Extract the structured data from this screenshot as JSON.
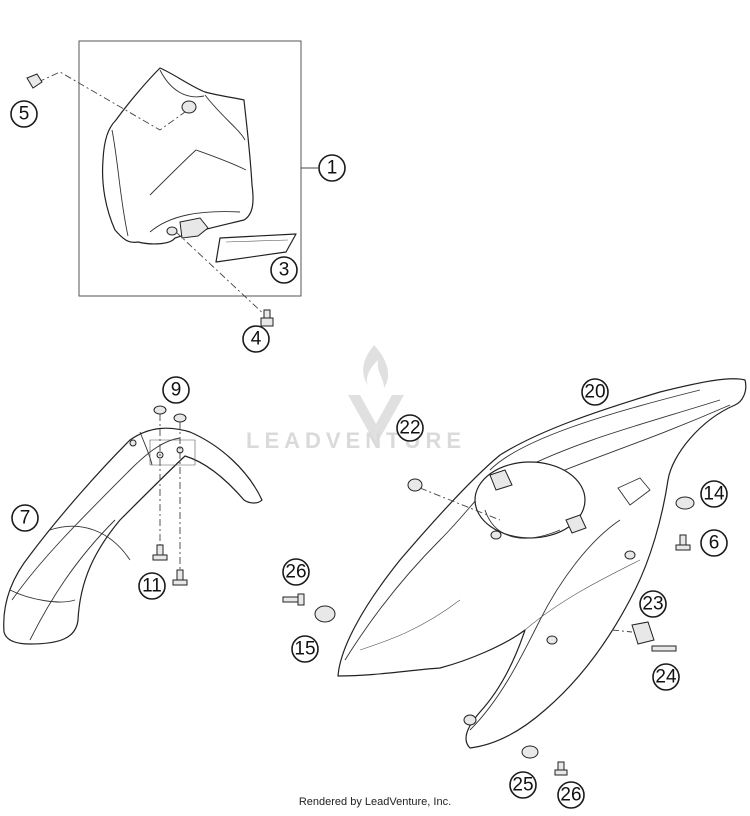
{
  "diagram": {
    "callouts": [
      {
        "label": "1"
      },
      {
        "label": "3"
      },
      {
        "label": "4"
      },
      {
        "label": "5"
      },
      {
        "label": "6"
      },
      {
        "label": "7"
      },
      {
        "label": "9"
      },
      {
        "label": "11"
      },
      {
        "label": "14"
      },
      {
        "label": "15"
      },
      {
        "label": "20"
      },
      {
        "label": "22"
      },
      {
        "label": "23"
      },
      {
        "label": "24"
      },
      {
        "label": "25"
      },
      {
        "label": "26"
      },
      {
        "label": "26"
      }
    ]
  },
  "watermark": {
    "text": "LEADVENTURE"
  },
  "footer": {
    "text": "Rendered by LeadVenture, Inc."
  }
}
